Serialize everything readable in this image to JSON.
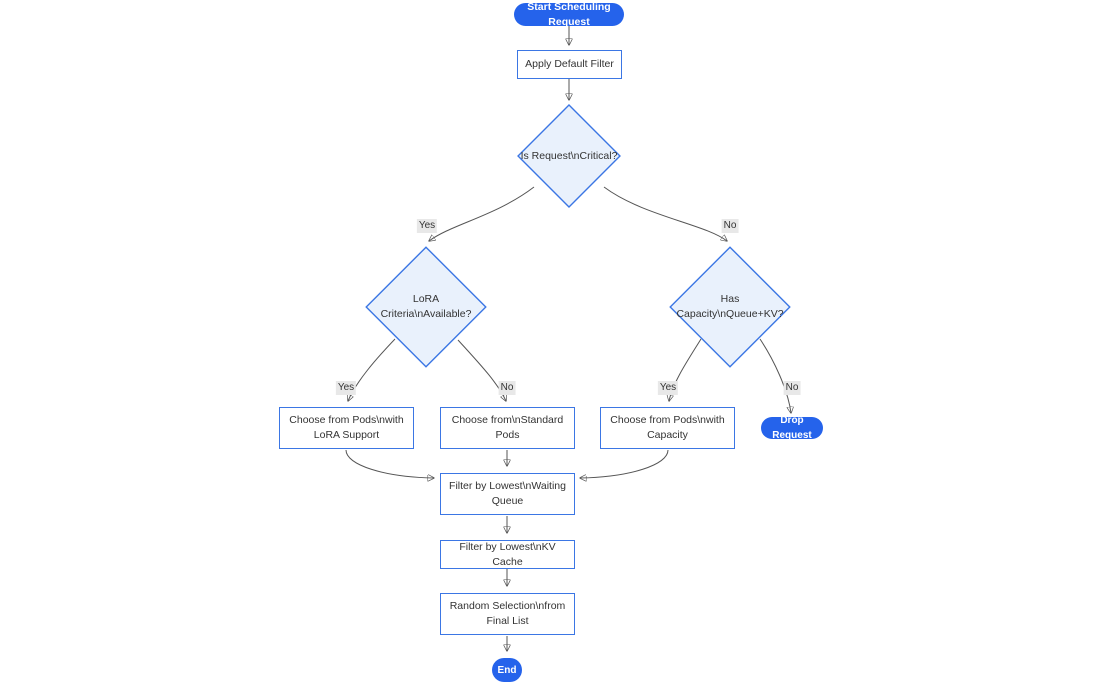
{
  "diagram": {
    "type": "flowchart",
    "direction": "top-down",
    "nodes": {
      "start": {
        "label": "Start Scheduling Request",
        "shape": "pill"
      },
      "apply_filter": {
        "label": "Apply Default Filter",
        "shape": "rect"
      },
      "is_critical": {
        "label": "Is Request\\nCritical?",
        "shape": "diamond"
      },
      "lora_criteria": {
        "label": "LoRA Criteria\\nAvailable?",
        "shape": "diamond"
      },
      "has_capacity": {
        "label": "Has Capacity\\nQueue+KV?",
        "shape": "diamond"
      },
      "choose_lora": {
        "label": "Choose from Pods\\nwith LoRA Support",
        "shape": "rect"
      },
      "choose_standard": {
        "label": "Choose from\\nStandard Pods",
        "shape": "rect"
      },
      "choose_capacity": {
        "label": "Choose from Pods\\nwith Capacity",
        "shape": "rect"
      },
      "drop_request": {
        "label": "Drop Request",
        "shape": "pill"
      },
      "filter_queue": {
        "label": "Filter by Lowest\\nWaiting Queue",
        "shape": "rect"
      },
      "filter_kv": {
        "label": "Filter by Lowest\\nKV Cache",
        "shape": "rect"
      },
      "random_selection": {
        "label": "Random Selection\\nfrom Final List",
        "shape": "rect"
      },
      "end": {
        "label": "End",
        "shape": "pill"
      }
    },
    "edge_labels": {
      "critical_yes": "Yes",
      "critical_no": "No",
      "lora_yes": "Yes",
      "lora_no": "No",
      "capacity_yes": "Yes",
      "capacity_no": "No"
    },
    "edges": [
      "start -> apply_filter",
      "apply_filter -> is_critical",
      "is_critical -Yes-> lora_criteria",
      "is_critical -No-> has_capacity",
      "lora_criteria -Yes-> choose_lora",
      "lora_criteria -No-> choose_standard",
      "has_capacity -Yes-> choose_capacity",
      "has_capacity -No-> drop_request",
      "choose_lora -> filter_queue",
      "choose_standard -> filter_queue",
      "choose_capacity -> filter_queue",
      "filter_queue -> filter_kv",
      "filter_kv -> random_selection",
      "random_selection -> end"
    ],
    "colors": {
      "pill_fill": "#2563eb",
      "pill_text": "#ffffff",
      "node_border": "#3b76e4",
      "rect_fill": "#ffffff",
      "diamond_fill": "#e9f1fc",
      "text": "#333333",
      "edge_line": "#555555",
      "edge_arrow": "#333333",
      "edge_label_bg": "#e8e8e8",
      "background": "#ffffff"
    }
  }
}
